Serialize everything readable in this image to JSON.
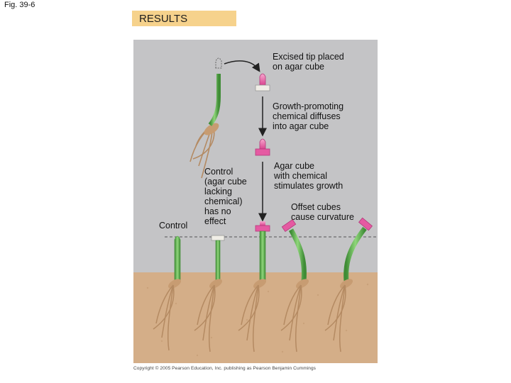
{
  "figure": {
    "number_label": "Fig. 39-6",
    "section_title": "RESULTS",
    "copyright": "Copyright © 2005 Pearson Education, Inc. publishing as Pearson Benjamin Cummings"
  },
  "captions": {
    "step1": "Excised tip placed\non agar cube",
    "step2": "Growth-promoting\nchemical diffuses\ninto agar cube",
    "step3": "Agar cube\nwith chemical\nstimulates growth",
    "step4": "Offset cubes\ncause curvature",
    "control_cube": "Control\n(agar cube\nlacking\nchemical)\nhas no\neffect",
    "control": "Control"
  },
  "colors": {
    "panel": "#c4c4c6",
    "soil": "#d4ae88",
    "stem": "#6cbd5c",
    "stem_dark": "#3f8c36",
    "agar_with_chemical": "#e55aa2",
    "agar_plain": "#f0eee6",
    "roots": "#b48a62"
  },
  "icons": {
    "arrow": "down-arrow-icon",
    "curved_arrow": "curved-arrow-icon",
    "dashed_line": "dashed-reference-line"
  }
}
